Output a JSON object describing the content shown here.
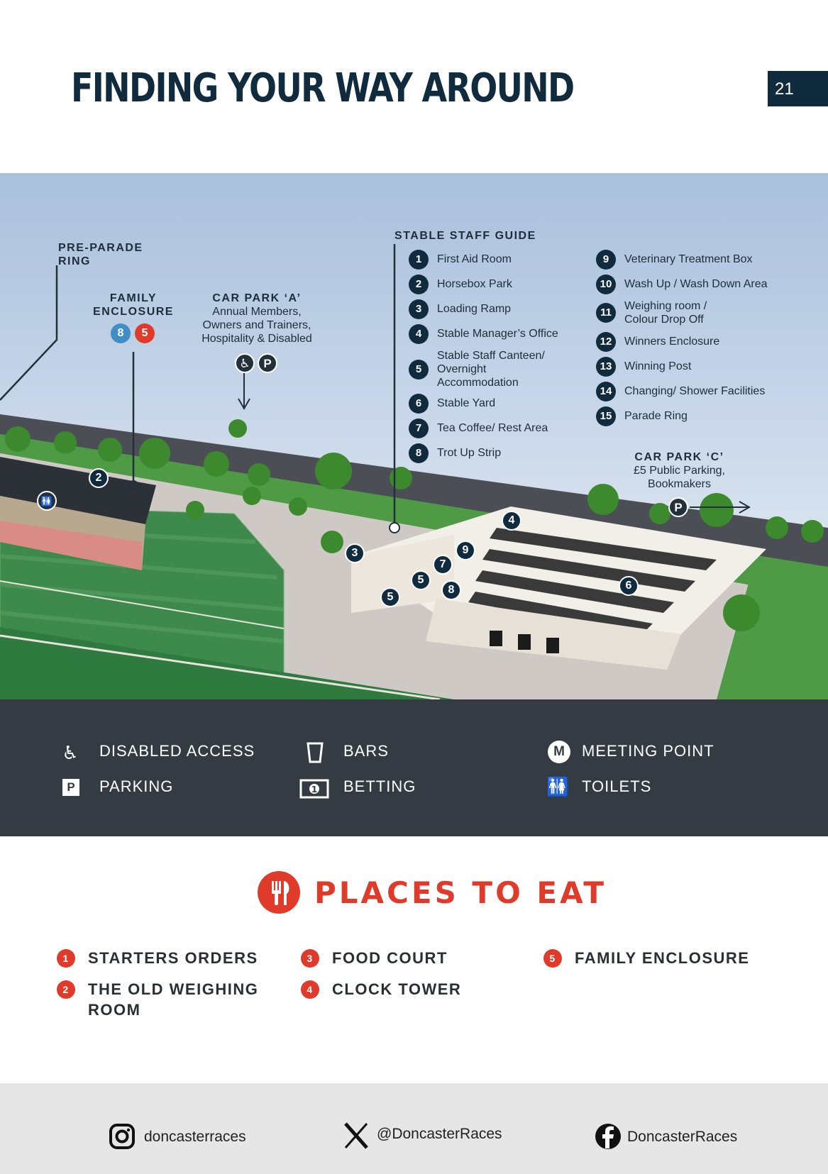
{
  "page": {
    "title": "FINDING YOUR WAY AROUND",
    "number": "21"
  },
  "map": {
    "pre_parade_ring": "PRE-PARADE RING",
    "family_enclosure": {
      "title": "FAMILY ENCLOSURE",
      "badges": [
        "8",
        "5"
      ]
    },
    "car_park_a": {
      "title": "CAR PARK ‘A’",
      "lines": [
        "Annual Members,",
        "Owners and Trainers,",
        "Hospitality & Disabled"
      ]
    },
    "car_park_c": {
      "title": "CAR PARK ‘C’",
      "lines": [
        "£5 Public Parking,",
        "Bookmakers"
      ]
    },
    "icons": {
      "disabled": "wheelchair-icon",
      "parking": "P"
    },
    "markers": [
      "2",
      "3",
      "4",
      "5",
      "5",
      "6",
      "7",
      "8",
      "9"
    ]
  },
  "stable_guide": {
    "title": "STABLE STAFF GUIDE",
    "left": [
      {
        "num": "1",
        "label": "First Aid Room"
      },
      {
        "num": "2",
        "label": "Horsebox Park"
      },
      {
        "num": "3",
        "label": "Loading Ramp"
      },
      {
        "num": "4",
        "label": "Stable Manager’s Office"
      },
      {
        "num": "5",
        "label": "Stable Staff Canteen/ Overnight Accommodation"
      },
      {
        "num": "6",
        "label": "Stable Yard"
      },
      {
        "num": "7",
        "label": "Tea Coffee/ Rest Area"
      },
      {
        "num": "8",
        "label": "Trot Up Strip"
      }
    ],
    "right": [
      {
        "num": "9",
        "label": "Veterinary Treatment Box"
      },
      {
        "num": "10",
        "label": "Wash Up / Wash Down Area"
      },
      {
        "num": "11",
        "label": "Weighing room / Colour Drop Off"
      },
      {
        "num": "12",
        "label": "Winners Enclosure"
      },
      {
        "num": "13",
        "label": "Winning Post"
      },
      {
        "num": "14",
        "label": "Changing/ Shower Facilities"
      },
      {
        "num": "15",
        "label": "Parade Ring"
      }
    ]
  },
  "legend": {
    "disabled_access": "DISABLED ACCESS",
    "parking": "PARKING",
    "parking_glyph": "P",
    "bars": "BARS",
    "betting": "BETTING",
    "meeting_point": "MEETING POINT",
    "meeting_glyph": "M",
    "toilets": "TOILETS"
  },
  "places_to_eat": {
    "title": "PLACES TO EAT",
    "items": [
      {
        "num": "1",
        "label": "STARTERS ORDERS"
      },
      {
        "num": "2",
        "label": "THE OLD WEIGHING ROOM"
      },
      {
        "num": "3",
        "label": "FOOD COURT"
      },
      {
        "num": "4",
        "label": "CLOCK TOWER"
      },
      {
        "num": "5",
        "label": "FAMILY ENCLOSURE"
      }
    ]
  },
  "social": {
    "instagram": "doncasterraces",
    "x": "@DoncasterRaces",
    "facebook": "DoncasterRaces"
  },
  "colors": {
    "navy": "#102a3e",
    "red": "#e03a2b",
    "blue": "#3f8fc4",
    "legend_bg": "#353b43",
    "footer_bg": "#e6e6e6"
  }
}
